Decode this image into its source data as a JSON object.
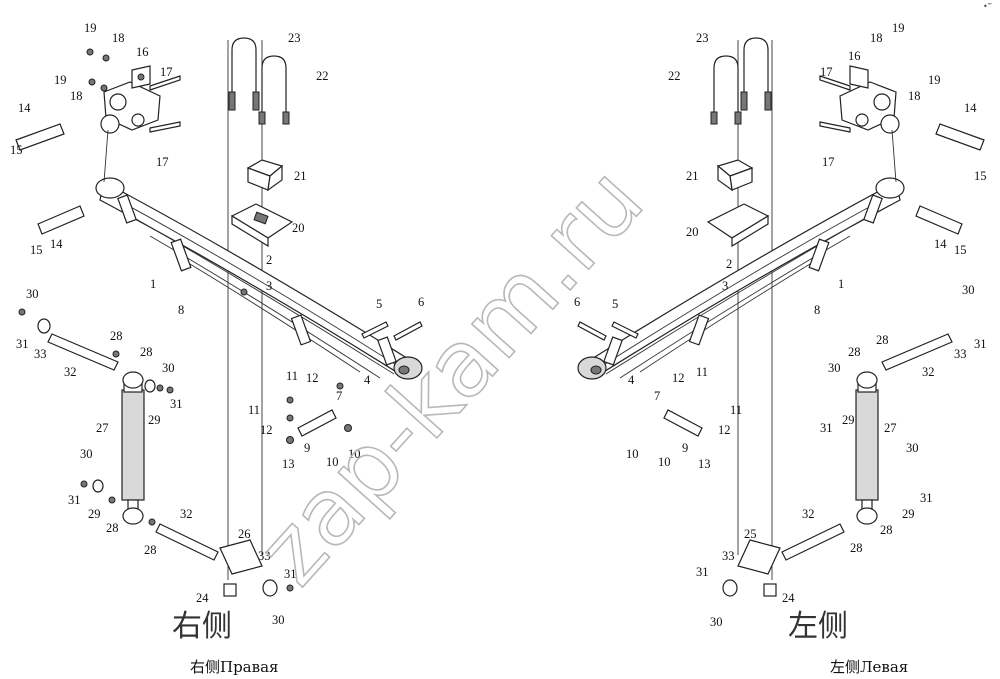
{
  "corner_mark": "•‴",
  "watermark": "zap-kam.ru",
  "right_side": {
    "heading": "右侧",
    "caption": "右侧Правая",
    "part_labels": [
      {
        "num": "1"
      },
      {
        "num": "2"
      },
      {
        "num": "3"
      },
      {
        "num": "4"
      },
      {
        "num": "5"
      },
      {
        "num": "6"
      },
      {
        "num": "7"
      },
      {
        "num": "8"
      },
      {
        "num": "9"
      },
      {
        "num": "10"
      },
      {
        "num": "10"
      },
      {
        "num": "11"
      },
      {
        "num": "11"
      },
      {
        "num": "12"
      },
      {
        "num": "12"
      },
      {
        "num": "13"
      },
      {
        "num": "14"
      },
      {
        "num": "14"
      },
      {
        "num": "15"
      },
      {
        "num": "15"
      },
      {
        "num": "16"
      },
      {
        "num": "17"
      },
      {
        "num": "17"
      },
      {
        "num": "18"
      },
      {
        "num": "18"
      },
      {
        "num": "19"
      },
      {
        "num": "19"
      },
      {
        "num": "20"
      },
      {
        "num": "21"
      },
      {
        "num": "22"
      },
      {
        "num": "23"
      },
      {
        "num": "24"
      },
      {
        "num": "26"
      },
      {
        "num": "27"
      },
      {
        "num": "28"
      },
      {
        "num": "28"
      },
      {
        "num": "28"
      },
      {
        "num": "28"
      },
      {
        "num": "29"
      },
      {
        "num": "29"
      },
      {
        "num": "30"
      },
      {
        "num": "30"
      },
      {
        "num": "30"
      },
      {
        "num": "30"
      },
      {
        "num": "31"
      },
      {
        "num": "31"
      },
      {
        "num": "31"
      },
      {
        "num": "31"
      },
      {
        "num": "32"
      },
      {
        "num": "32"
      },
      {
        "num": "33"
      },
      {
        "num": "33"
      }
    ]
  },
  "left_side": {
    "heading": "左侧",
    "caption": "左侧Левая",
    "part_labels": [
      {
        "num": "1"
      },
      {
        "num": "2"
      },
      {
        "num": "3"
      },
      {
        "num": "4"
      },
      {
        "num": "5"
      },
      {
        "num": "6"
      },
      {
        "num": "7"
      },
      {
        "num": "8"
      },
      {
        "num": "9"
      },
      {
        "num": "10"
      },
      {
        "num": "10"
      },
      {
        "num": "11"
      },
      {
        "num": "11"
      },
      {
        "num": "12"
      },
      {
        "num": "12"
      },
      {
        "num": "13"
      },
      {
        "num": "14"
      },
      {
        "num": "14"
      },
      {
        "num": "15"
      },
      {
        "num": "15"
      },
      {
        "num": "16"
      },
      {
        "num": "17"
      },
      {
        "num": "17"
      },
      {
        "num": "18"
      },
      {
        "num": "18"
      },
      {
        "num": "19"
      },
      {
        "num": "19"
      },
      {
        "num": "20"
      },
      {
        "num": "21"
      },
      {
        "num": "22"
      },
      {
        "num": "23"
      },
      {
        "num": "24"
      },
      {
        "num": "25"
      },
      {
        "num": "27"
      },
      {
        "num": "28"
      },
      {
        "num": "28"
      },
      {
        "num": "28"
      },
      {
        "num": "28"
      },
      {
        "num": "29"
      },
      {
        "num": "29"
      },
      {
        "num": "30"
      },
      {
        "num": "30"
      },
      {
        "num": "30"
      },
      {
        "num": "30"
      },
      {
        "num": "31"
      },
      {
        "num": "31"
      },
      {
        "num": "31"
      },
      {
        "num": "31"
      },
      {
        "num": "32"
      },
      {
        "num": "32"
      },
      {
        "num": "33"
      },
      {
        "num": "33"
      }
    ]
  }
}
